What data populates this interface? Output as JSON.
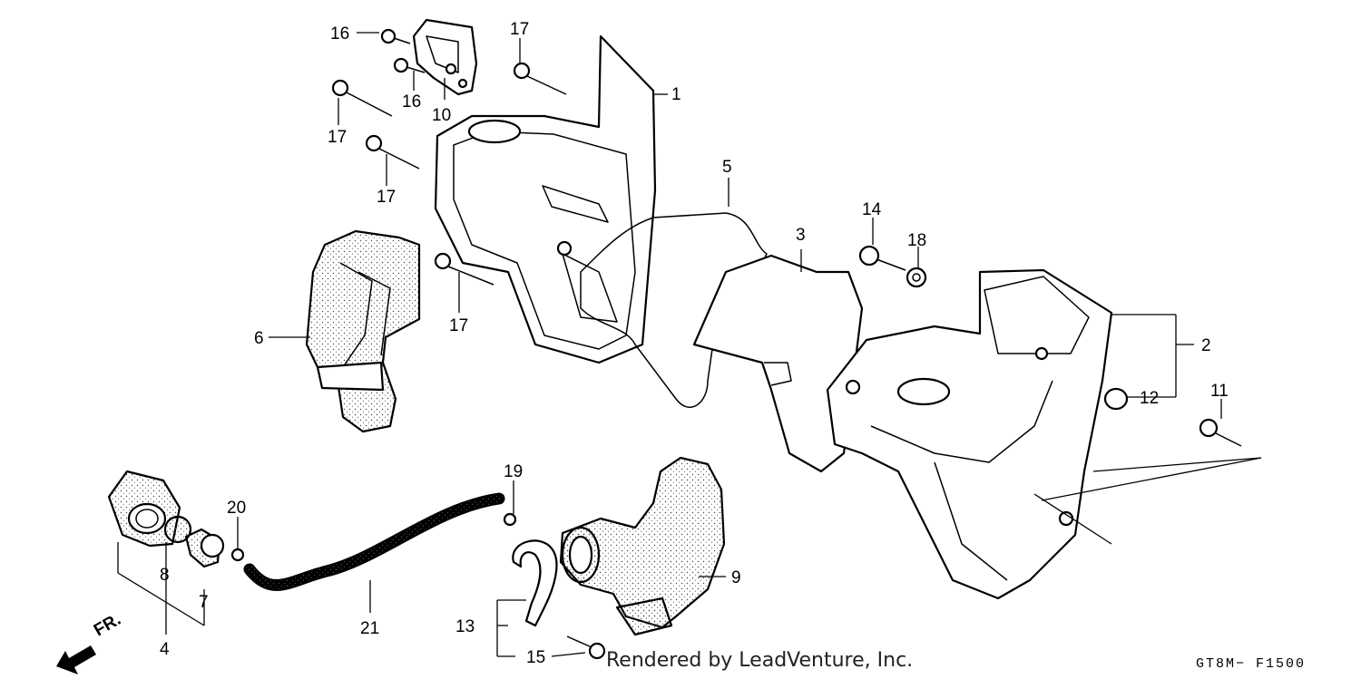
{
  "callouts": {
    "c1": "1",
    "c2": "2",
    "c3": "3",
    "c4": "4",
    "c5": "5",
    "c6": "6",
    "c7": "7",
    "c8": "8",
    "c9": "9",
    "c10": "10",
    "c11": "11",
    "c12": "12",
    "c13": "13",
    "c14": "14",
    "c15": "15",
    "c16a": "16",
    "c16b": "16",
    "c17a": "17",
    "c17b": "17",
    "c17c": "17",
    "c17d": "17",
    "c18": "18",
    "c19": "19",
    "c20": "20",
    "c21": "21"
  },
  "front_indicator": {
    "label": "FR."
  },
  "watermark": "Rendered by LeadVenture, Inc.",
  "diagram_code": "GT8M− F1500"
}
